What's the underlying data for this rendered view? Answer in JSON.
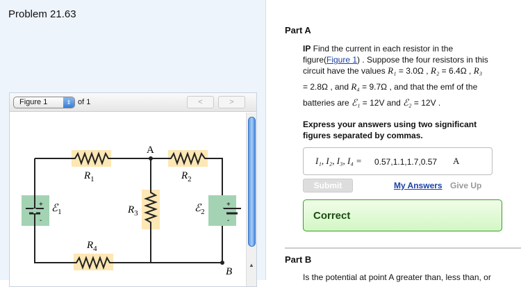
{
  "problem_title": "Problem 21.63",
  "figure": {
    "selector_value": "Figure 1",
    "of_label": "of 1",
    "prev": "<",
    "next": ">",
    "labels": {
      "A": "A",
      "B": "B",
      "R1": "R",
      "R1_sub": "1",
      "R2": "R",
      "R2_sub": "2",
      "R3": "R",
      "R3_sub": "3",
      "R4": "R",
      "R4_sub": "4",
      "E1": "ℰ",
      "E1_sub": "1",
      "E2": "ℰ",
      "E2_sub": "2",
      "plus": "+",
      "minus": "-"
    }
  },
  "partA": {
    "heading": "Part A",
    "line1_bold": "IP",
    "line1": " Find the current in each resistor in the",
    "line2a": "figure(",
    "figure_link": "Figure 1",
    "line2b": ") . Suppose the four resistors in this",
    "line3a": "circuit have the values ",
    "R1": "R₁",
    "v1": " = 3.0Ω , ",
    "R2": "R₂",
    "v2": " = 6.4Ω , ",
    "R3": "R₃",
    "line4a": "= 2.8Ω , and ",
    "R4": "R₄",
    "v4": " = 9.7Ω , and that the emf of the",
    "line5a": "batteries are ",
    "E1": "ℰ₁",
    "v5": " = 12V and ",
    "E2": "ℰ₂",
    "v6": " = 12V .",
    "instructions": "Express your answers using two significant figures separated by commas.",
    "answer_label": "I₁, I₂, I₃, I₄ =",
    "answer_value": "0.57,1.1,1.7,0.57",
    "answer_unit": "A",
    "submit": "Submit",
    "my_answers": "My Answers",
    "give_up": "Give Up",
    "feedback": "Correct"
  },
  "partB": {
    "heading": "Part B",
    "text": "Is the potential at point A greater than, less than, or"
  }
}
